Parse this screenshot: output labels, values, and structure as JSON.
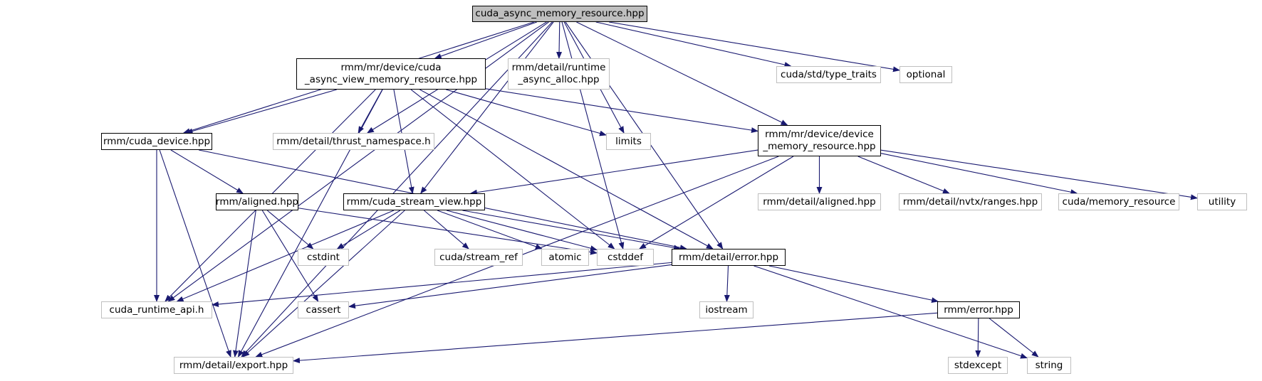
{
  "colors": {
    "edge": "#191970",
    "node_border": "#000000",
    "system_border": "#bfbfbf",
    "root_fill": "#bfbfbf"
  },
  "nodes": {
    "root": "cuda_async_memory_resource.hpp",
    "async_view": "rmm/mr/device/cuda\n_async_view_memory_resource.hpp",
    "runtime_alloc": "rmm/detail/runtime\n_async_alloc.hpp",
    "type_traits": "cuda/std/type_traits",
    "optional": "optional",
    "cuda_device": "rmm/cuda_device.hpp",
    "thrust_ns": "rmm/detail/thrust_namespace.h",
    "limits": "limits",
    "device_mr": "rmm/mr/device/device\n_memory_resource.hpp",
    "aligned": "rmm/aligned.hpp",
    "stream_view": "rmm/cuda_stream_view.hpp",
    "detail_aligned": "rmm/detail/aligned.hpp",
    "nvtx": "rmm/detail/nvtx/ranges.hpp",
    "memory_resource": "cuda/memory_resource",
    "utility": "utility",
    "cstdint": "cstdint",
    "stream_ref": "cuda/stream_ref",
    "atomic": "atomic",
    "cstddef": "cstddef",
    "error_detail": "rmm/detail/error.hpp",
    "runtime_api": "cuda_runtime_api.h",
    "cassert": "cassert",
    "iostream": "iostream",
    "error": "rmm/error.hpp",
    "export": "rmm/detail/export.hpp",
    "stdexcept": "stdexcept",
    "string": "string"
  },
  "edges": [
    [
      "root",
      "async_view"
    ],
    [
      "root",
      "runtime_alloc"
    ],
    [
      "root",
      "type_traits"
    ],
    [
      "root",
      "optional"
    ],
    [
      "root",
      "cuda_device"
    ],
    [
      "root",
      "thrust_ns"
    ],
    [
      "root",
      "limits"
    ],
    [
      "root",
      "device_mr"
    ],
    [
      "root",
      "stream_view"
    ],
    [
      "root",
      "cstddef"
    ],
    [
      "root",
      "error_detail"
    ],
    [
      "root",
      "runtime_api"
    ],
    [
      "root",
      "export"
    ],
    [
      "async_view",
      "cuda_device"
    ],
    [
      "async_view",
      "thrust_ns"
    ],
    [
      "async_view",
      "limits"
    ],
    [
      "async_view",
      "device_mr"
    ],
    [
      "async_view",
      "stream_view"
    ],
    [
      "async_view",
      "cstddef"
    ],
    [
      "async_view",
      "error_detail"
    ],
    [
      "async_view",
      "runtime_api"
    ],
    [
      "async_view",
      "export"
    ],
    [
      "cuda_device",
      "aligned"
    ],
    [
      "cuda_device",
      "runtime_api"
    ],
    [
      "cuda_device",
      "error_detail"
    ],
    [
      "cuda_device",
      "export"
    ],
    [
      "device_mr",
      "stream_view"
    ],
    [
      "device_mr",
      "detail_aligned"
    ],
    [
      "device_mr",
      "nvtx"
    ],
    [
      "device_mr",
      "memory_resource"
    ],
    [
      "device_mr",
      "utility"
    ],
    [
      "device_mr",
      "cstddef"
    ],
    [
      "device_mr",
      "export"
    ],
    [
      "aligned",
      "cstdint"
    ],
    [
      "aligned",
      "cstddef"
    ],
    [
      "aligned",
      "cassert"
    ],
    [
      "aligned",
      "export"
    ],
    [
      "stream_view",
      "cstdint"
    ],
    [
      "stream_view",
      "stream_ref"
    ],
    [
      "stream_view",
      "atomic"
    ],
    [
      "stream_view",
      "cstddef"
    ],
    [
      "stream_view",
      "error_detail"
    ],
    [
      "stream_view",
      "runtime_api"
    ],
    [
      "stream_view",
      "export"
    ],
    [
      "error_detail",
      "runtime_api"
    ],
    [
      "error_detail",
      "cassert"
    ],
    [
      "error_detail",
      "iostream"
    ],
    [
      "error_detail",
      "error"
    ],
    [
      "error_detail",
      "string"
    ],
    [
      "error",
      "export"
    ],
    [
      "error",
      "stdexcept"
    ],
    [
      "error",
      "string"
    ]
  ]
}
